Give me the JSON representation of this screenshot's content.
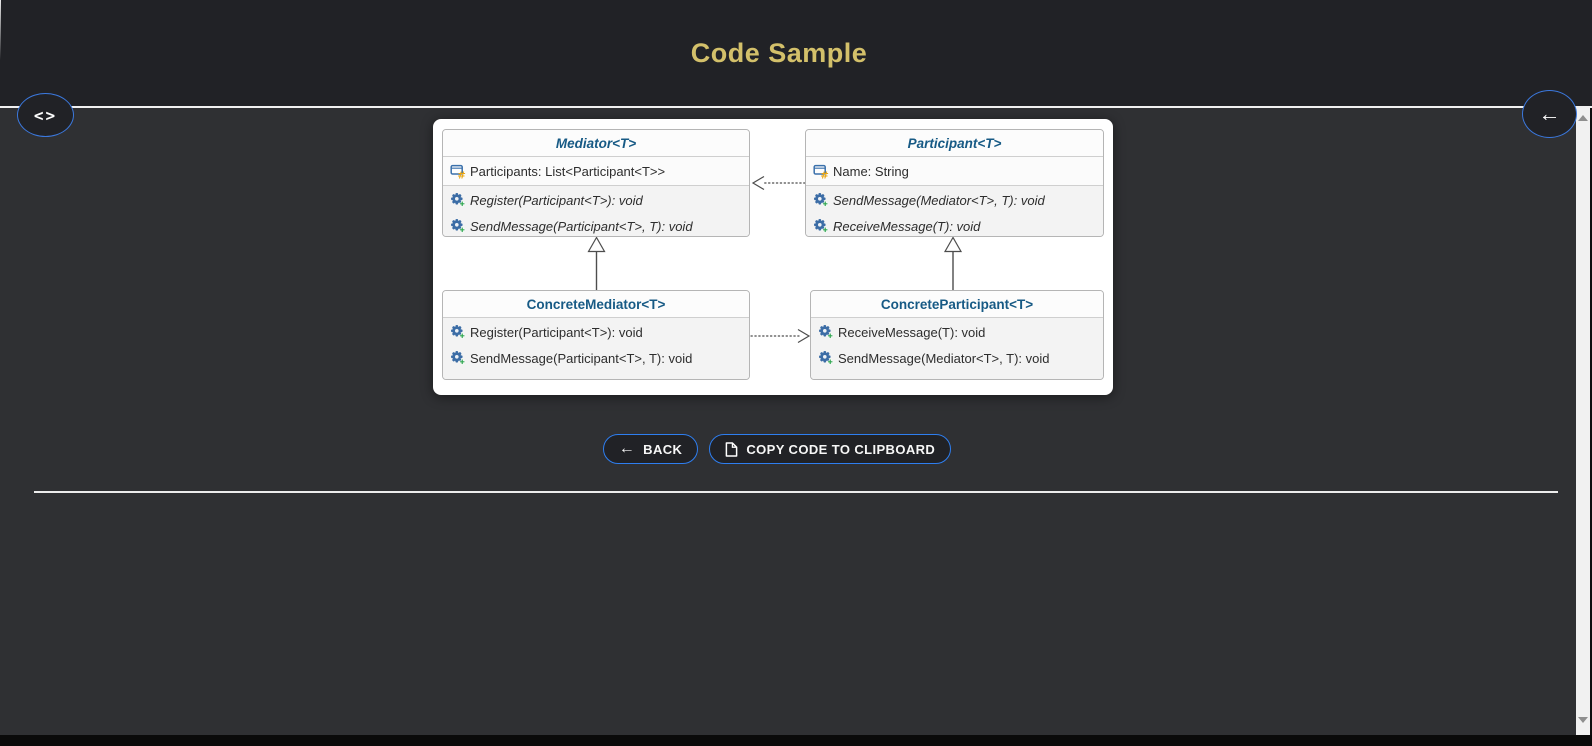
{
  "header": {
    "title": "Code Sample"
  },
  "nav": {
    "code_panel_button": {
      "icon": "<>"
    },
    "back_fab": {
      "icon": "←"
    }
  },
  "diagram": {
    "classes": [
      {
        "name": "Mediator<T>",
        "stereotype": "abstract",
        "fields": [
          {
            "icon": "field-icon",
            "text": "Participants: List<Participant<T>>"
          }
        ],
        "methods": [
          {
            "icon": "method-icon",
            "text": "Register(Participant<T>): void",
            "abstract": true
          },
          {
            "icon": "method-icon",
            "text": "SendMessage(Participant<T>, T): void",
            "abstract": true
          }
        ]
      },
      {
        "name": "Participant<T>",
        "stereotype": "abstract",
        "fields": [
          {
            "icon": "field-icon",
            "text": "Name: String"
          }
        ],
        "methods": [
          {
            "icon": "method-icon",
            "text": "SendMessage(Mediator<T>, T): void",
            "abstract": true
          },
          {
            "icon": "method-icon",
            "text": "ReceiveMessage(T): void",
            "abstract": true
          }
        ]
      },
      {
        "name": "ConcreteMediator<T>",
        "stereotype": "concrete",
        "fields": [],
        "methods": [
          {
            "icon": "method-icon",
            "text": "Register(Participant<T>): void",
            "abstract": false
          },
          {
            "icon": "method-icon",
            "text": "SendMessage(Participant<T>, T): void",
            "abstract": false
          }
        ]
      },
      {
        "name": "ConcreteParticipant<T>",
        "stereotype": "concrete",
        "fields": [],
        "methods": [
          {
            "icon": "method-icon",
            "text": "ReceiveMessage(T): void",
            "abstract": false
          },
          {
            "icon": "method-icon",
            "text": "SendMessage(Mediator<T>, T): void",
            "abstract": false
          }
        ]
      }
    ],
    "relations": [
      {
        "type": "dashed-dependency",
        "from": "Participant<T>",
        "to": "Mediator<T>"
      },
      {
        "type": "generalization",
        "from": "ConcreteMediator<T>",
        "to": "Mediator<T>"
      },
      {
        "type": "generalization",
        "from": "ConcreteParticipant<T>",
        "to": "Participant<T>"
      },
      {
        "type": "dashed-dependency",
        "from": "ConcreteMediator<T>",
        "to": "ConcreteParticipant<T>"
      }
    ]
  },
  "toolbar": {
    "back_button": {
      "icon": "←",
      "label": "BACK"
    },
    "copy_button": {
      "icon": "copy-file-icon",
      "label": "COPY CODE TO CLIPBOARD"
    }
  },
  "colors": {
    "accent_gold": "#d3c06a",
    "button_border_blue": "#2e7ef0",
    "class_title_blue": "#175a85",
    "header_bg": "#212226",
    "body_bg": "#2f3033"
  }
}
